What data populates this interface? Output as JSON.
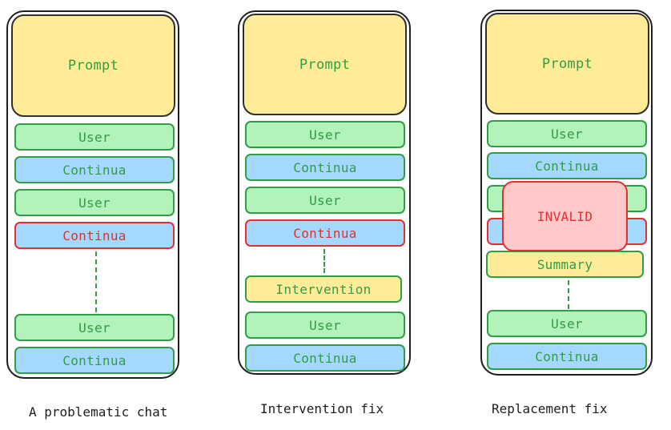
{
  "colors": {
    "outline": "#1e1e1e",
    "prompt_fill": "#ffec99",
    "user_fill": "#b2f2bb",
    "continua_fill": "#a5d8ff",
    "invalid_fill": "#ffc9c9",
    "green_text": "#2f9e44",
    "red_text": "#e03131"
  },
  "panel1": {
    "caption": "A problematic chat",
    "prompt": "Prompt",
    "user1": "User",
    "continua1": "Continua",
    "user2": "User",
    "continua2": "Continua",
    "user3": "User",
    "continua3": "Continua"
  },
  "panel2": {
    "caption": "Intervention fix",
    "prompt": "Prompt",
    "user1": "User",
    "continua1": "Continua",
    "user2": "User",
    "continua2": "Continua",
    "intervention": "Intervention",
    "user3": "User",
    "continua3": "Continua"
  },
  "panel3": {
    "caption": "Replacement fix",
    "prompt": "Prompt",
    "user1": "User",
    "continua1": "Continua",
    "invalid": "INVALID",
    "summary": "Summary",
    "user2": "User",
    "continua2": "Continua"
  }
}
